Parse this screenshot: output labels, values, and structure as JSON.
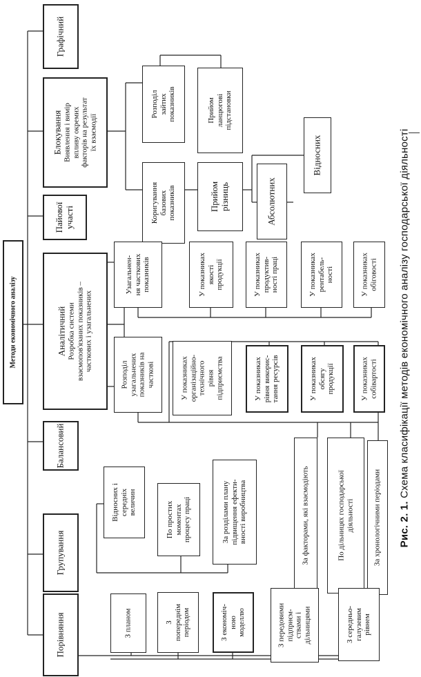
{
  "root": {
    "label": "Методи економічного аналізу"
  },
  "methods": {
    "graphical": {
      "label": "Графічний"
    },
    "blocking": {
      "title": "Блокування",
      "lines": [
        "Виявлення і вимір",
        "впливу окремих",
        "факторів на результат",
        "їх взаємодії"
      ]
    },
    "equity": {
      "lines": [
        "Пайової",
        "участі"
      ]
    },
    "analytical": {
      "title": "Аналітичний",
      "lines": [
        "Розробка системи",
        "взаємопов'язаних показників –",
        "часткових і узагальнених"
      ]
    },
    "balance": {
      "label": "Балансовий"
    },
    "grouping": {
      "label": "Групування"
    },
    "comparison": {
      "label": "Порівняння"
    }
  },
  "blocking_sub": {
    "decompose": {
      "lines": [
        "Розподіл",
        "зайтих",
        "показників"
      ]
    },
    "chain": {
      "lines": [
        "Прийом",
        "ланцюгові",
        "підстановки"
      ]
    },
    "adjust": {
      "lines": [
        "Коригування",
        "базових",
        "показників"
      ]
    },
    "differences": {
      "lines": [
        "Прийом",
        "різниць"
      ]
    },
    "absolute": {
      "label": "Абсолютних"
    },
    "relative": {
      "label": "Відносних"
    }
  },
  "analytical_sub": {
    "generalize": {
      "lines": [
        "Узагальнен-",
        "ня часткових",
        "показників"
      ]
    },
    "distribute": {
      "lines": [
        "Розподіл",
        "узагальнених",
        "показників на",
        "часткові"
      ]
    },
    "quality": {
      "lines": [
        "У показниках",
        "якості",
        "продукції"
      ]
    },
    "productivity": {
      "lines": [
        "У показниках",
        "продуктив-",
        "ності праці"
      ]
    },
    "profitability": {
      "lines": [
        "У показниках",
        "рентабель-",
        "ності"
      ]
    },
    "turnover": {
      "lines": [
        "У показниках",
        "обіговості"
      ]
    },
    "org_tech": {
      "lines": [
        "У показниках",
        "організаційно-",
        "технічного",
        "рівня",
        "підприємства"
      ]
    },
    "resources": {
      "lines": [
        "У показниках",
        "рівня викорис-",
        "тання ресурсів"
      ]
    },
    "volume": {
      "lines": [
        "У показниках",
        "обсягу",
        "продукції"
      ]
    },
    "cost": {
      "lines": [
        "У показниках",
        "собівартості"
      ]
    }
  },
  "comparison_sub": {
    "factors": {
      "label": "За факторами, які взаємодіють"
    },
    "sections": {
      "lines": [
        "По дільницях господарської",
        "діяльності"
      ]
    },
    "periods": {
      "label": "За хронологічними періодами"
    }
  },
  "grouping_sub": {
    "rel_avg": {
      "lines": [
        "Відносних і",
        "середніх",
        "величин"
      ]
    },
    "simple": {
      "lines": [
        "По простих",
        "моментах",
        "процесу праці"
      ]
    },
    "plan_sections": {
      "lines": [
        "За розділами плану",
        "підвищення ефекти-",
        "вності виробництва"
      ]
    }
  },
  "comparison_bottom": {
    "plan": {
      "label": "З планом"
    },
    "previous": {
      "lines": [
        "З",
        "попереднім",
        "періодом"
      ]
    },
    "economic": {
      "lines": [
        "З економіч-",
        "ною",
        "моделлю"
      ]
    },
    "leading": {
      "lines": [
        "З передовими",
        "підприєм-",
        "ствами і",
        "дільницями"
      ]
    },
    "industry": {
      "lines": [
        "З середньо-",
        "галузевим",
        "рівнем"
      ]
    }
  },
  "caption": {
    "prefix": "Рис. 2. 1.",
    "text": "Схема класифікації методів економічного аналізу господарської діяльності"
  }
}
